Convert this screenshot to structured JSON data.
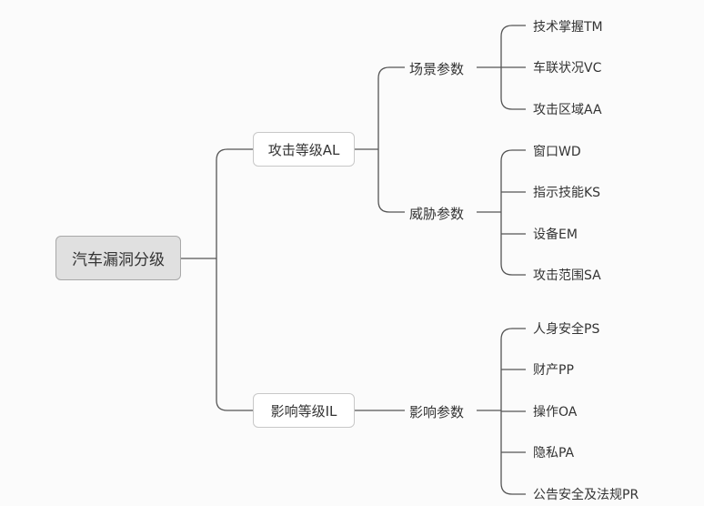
{
  "root": {
    "label": "汽车漏洞分级"
  },
  "branches": [
    {
      "label": "攻击等级AL",
      "groups": [
        {
          "label": "场景参数",
          "items": [
            "技术掌握TM",
            "车联状况VC",
            "攻击区域AA"
          ]
        },
        {
          "label": "威胁参数",
          "items": [
            "窗口WD",
            "指示技能KS",
            "设备EM",
            "攻击范围SA"
          ]
        }
      ]
    },
    {
      "label": "影响等级IL",
      "groups": [
        {
          "label": "影响参数",
          "items": [
            "人身安全PS",
            "财产PP",
            "操作OA",
            "隐私PA",
            "公告安全及法规PR"
          ]
        }
      ]
    }
  ]
}
